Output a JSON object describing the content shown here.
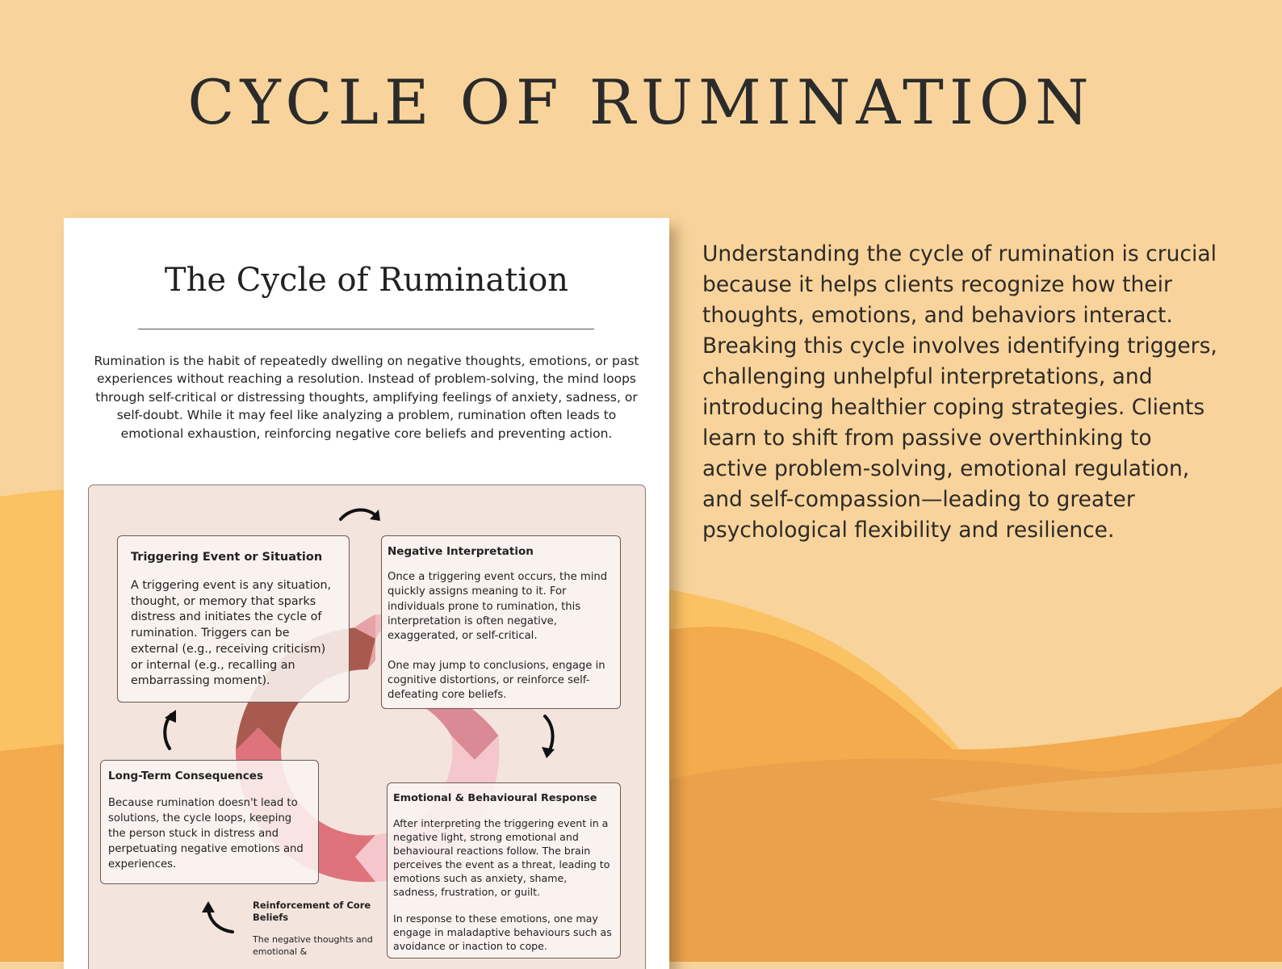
{
  "page": {
    "title": "CYCLE OF RUMINATION",
    "intro": "Understanding the cycle of rumination is crucial because it helps clients recognize how their thoughts, emotions, and behaviors interact. Breaking this cycle involves identifying triggers, challenging unhelpful interpretations, and introducing healthier coping strategies. Clients learn to shift from passive overthinking to active problem-solving, emotional regulation, and self-compassion—leading to greater psychological flexibility and resilience."
  },
  "worksheet": {
    "title": "The Cycle of Rumination",
    "description": "Rumination is the habit of repeatedly dwelling on negative thoughts, emotions, or past experiences without reaching a resolution. Instead of problem-solving, the mind loops through self-critical or distressing thoughts, amplifying feelings of anxiety, sadness, or self-doubt. While it may feel like analyzing a problem, rumination often leads to emotional exhaustion, reinforcing negative core beliefs and preventing action.",
    "stages": [
      {
        "title": "Triggering Event or Situation",
        "text": "A triggering event is any situation, thought, or memory that sparks distress and initiates the cycle of rumination. Triggers can be external (e.g., receiving criticism) or internal (e.g., recalling an embarrassing moment)."
      },
      {
        "title": "Negative Interpretation",
        "text": "Once a triggering event occurs, the mind quickly assigns meaning to it. For individuals prone to rumination, this interpretation is often negative, exaggerated, or self-critical.\n\nOne may jump to conclusions, engage in cognitive distortions, or reinforce self-defeating core beliefs."
      },
      {
        "title": "Long-Term Consequences",
        "text": "Because rumination doesn't lead to solutions, the cycle loops, keeping the person stuck in distress and perpetuating negative emotions and experiences."
      },
      {
        "title": "Emotional & Behavioural Response",
        "text": "After interpreting the triggering event in a negative light, strong emotional and behavioural reactions follow. The brain perceives the event as a threat, leading to emotions such as anxiety, shame, sadness, frustration, or guilt.\n\nIn response to these emotions, one may engage in maladaptive behaviours such as avoidance or inaction to cope."
      },
      {
        "title": "Reinforcement of Core Beliefs",
        "text": "The negative thoughts and emotional &"
      }
    ]
  },
  "colors": {
    "background": "#f8d49c",
    "dune_light": "#fbc264",
    "dune_mid": "#f3ab4d",
    "dune_dark": "#eba14c",
    "panel": "#f3e4de",
    "ring_dark": "#a85a4f",
    "ring_mid": "#d98a94",
    "ring_light": "#f5c6cb",
    "ring_red": "#de737c"
  },
  "icons": [
    "curved-arrow-icon"
  ]
}
